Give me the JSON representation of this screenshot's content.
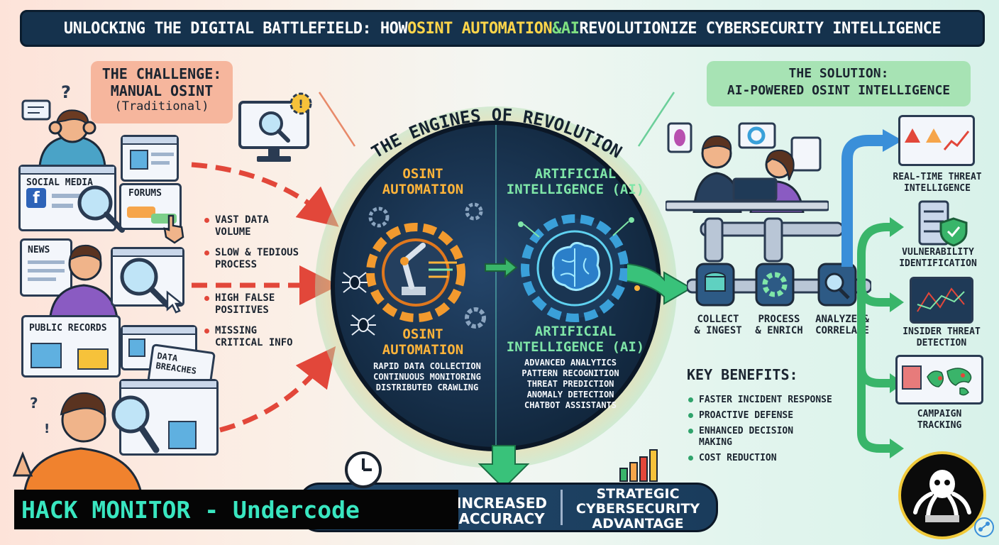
{
  "title": {
    "part1": "UNLOCKING THE DIGITAL BATTLEFIELD: HOW ",
    "part2": "OSINT AUTOMATION",
    "part3": " & ",
    "part4": "AI",
    "part5": " REVOLUTIONIZE CYBERSECURITY INTELLIGENCE"
  },
  "challenge": {
    "title_line1": "THE CHALLENGE:",
    "title_line2": "MANUAL OSINT",
    "subtitle": "(Traditional)",
    "sources": [
      "SOCIAL MEDIA",
      "FORUMS",
      "NEWS",
      "PUBLIC RECORDS",
      "DATA BREACHES"
    ],
    "problems": [
      {
        "line1": "VAST DATA",
        "line2": "VOLUME"
      },
      {
        "line1": "SLOW & TEDIOUS",
        "line2": "PROCESS"
      },
      {
        "line1": "HIGH FALSE",
        "line2": "POSITIVES"
      },
      {
        "line1": "MISSING",
        "line2": "CRITICAL INFO"
      }
    ],
    "question_marks": [
      "?",
      "?",
      "!"
    ]
  },
  "engines": {
    "arc_title": "THE ENGINES OF REVOLUTION",
    "osint": {
      "top_line1": "OSINT",
      "top_line2": "AUTOMATION",
      "bottom_line1": "OSINT",
      "bottom_line2": "AUTOMATION",
      "features": [
        "RAPID DATA COLLECTION",
        "CONTINUOUS MONITORING",
        "DISTRIBUTED CRAWLING"
      ]
    },
    "ai": {
      "top_line1": "ARTIFICIAL",
      "top_line2": "INTELLIGENCE (AI)",
      "bottom_line1": "ARTIFICIAL",
      "bottom_line2": "INTELLIGENCE (AI)",
      "features": [
        "ADVANCED ANALYTICS",
        "PATTERN RECOGNITION",
        "THREAT PREDICTION",
        "ANOMALY DETECTION",
        "CHATBOT ASSISTANTS"
      ]
    }
  },
  "solution": {
    "title_line1": "THE SOLUTION:",
    "title_line2": "AI-POWERED OSINT INTELLIGENCE",
    "pipeline": [
      {
        "line1": "COLLECT",
        "line2": "& INGEST",
        "icon": "database-icon"
      },
      {
        "line1": "PROCESS",
        "line2": "& ENRICH",
        "icon": "gear-icon"
      },
      {
        "line1": "ANALYZE &",
        "line2": "CORRELATE",
        "icon": "magnifier-icon"
      }
    ],
    "outputs": [
      {
        "line1": "REAL-TIME THREAT",
        "line2": "INTELLIGENCE"
      },
      {
        "line1": "VULNERABILITY",
        "line2": "IDENTIFICATION"
      },
      {
        "line1": "INSIDER THREAT",
        "line2": "DETECTION"
      },
      {
        "line1": "CAMPAIGN",
        "line2": "TRACKING"
      }
    ],
    "key_benefits_title": "KEY BENEFITS:",
    "key_benefits": [
      {
        "line1": "FASTER INCIDENT RESPONSE",
        "line2": ""
      },
      {
        "line1": "PROACTIVE DEFENSE",
        "line2": ""
      },
      {
        "line1": "ENHANCED DECISION",
        "line2": "MAKING"
      },
      {
        "line1": "COST REDUCTION",
        "line2": ""
      }
    ]
  },
  "bottom": {
    "accuracy_line1": "INCREASED",
    "accuracy_line2": "ACCURACY",
    "strategic_line1": "STRATEGIC",
    "strategic_line2": "CYBERSECURITY",
    "strategic_line3": "ADVANTAGE"
  },
  "watermark": "HACK MONITOR - Undercode",
  "colors": {
    "banner": "#15324d",
    "challenge_box": "#f6b69d",
    "solution_box": "#a7e3b4",
    "osint_accent": "#ffb43a",
    "ai_accent": "#7fe6a8",
    "arrow_red": "#e2473a",
    "arrow_green": "#39b56a",
    "arrow_blue": "#3a8fd9",
    "watermark_text": "#39e6c0"
  }
}
